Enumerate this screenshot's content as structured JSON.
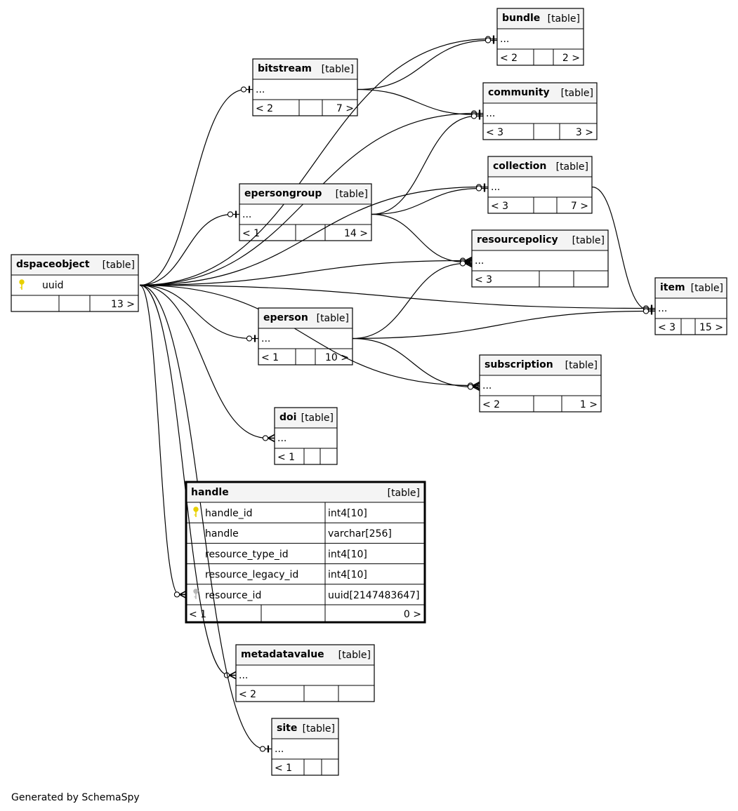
{
  "diagram": {
    "table_suffix": "[table]",
    "footer": "Generated by SchemaSpy",
    "tables": [
      {
        "id": "bundle",
        "name": "bundle",
        "rows": [
          "..."
        ],
        "stats": [
          "< 2",
          "",
          "2 >"
        ]
      },
      {
        "id": "bitstream",
        "name": "bitstream",
        "rows": [
          "..."
        ],
        "stats": [
          "< 2",
          "",
          "7 >"
        ]
      },
      {
        "id": "community",
        "name": "community",
        "rows": [
          "..."
        ],
        "stats": [
          "< 3",
          "",
          "3 >"
        ]
      },
      {
        "id": "collection",
        "name": "collection",
        "rows": [
          "..."
        ],
        "stats": [
          "< 3",
          "",
          "7 >"
        ]
      },
      {
        "id": "epersongroup",
        "name": "epersongroup",
        "rows": [
          "..."
        ],
        "stats": [
          "< 1",
          "",
          "14 >"
        ]
      },
      {
        "id": "resourcepolicy",
        "name": "resourcepolicy",
        "rows": [
          "..."
        ],
        "stats": [
          "< 3",
          "",
          ""
        ]
      },
      {
        "id": "dspaceobject",
        "name": "dspaceobject",
        "rows": [
          "uuid"
        ],
        "row_icons": [
          "pk"
        ],
        "stats": [
          "",
          "",
          "13 >"
        ]
      },
      {
        "id": "item",
        "name": "item",
        "rows": [
          "..."
        ],
        "stats": [
          "< 3",
          "",
          "15 >"
        ]
      },
      {
        "id": "eperson",
        "name": "eperson",
        "rows": [
          "..."
        ],
        "stats": [
          "< 1",
          "",
          "10 >"
        ]
      },
      {
        "id": "subscription",
        "name": "subscription",
        "rows": [
          "..."
        ],
        "stats": [
          "< 2",
          "",
          "1 >"
        ]
      },
      {
        "id": "doi",
        "name": "doi",
        "rows": [
          "..."
        ],
        "stats": [
          "< 1",
          "",
          ""
        ]
      },
      {
        "id": "handle",
        "name": "handle",
        "focus": true,
        "columns": [
          {
            "name": "handle_id",
            "type": "int4[10]",
            "icon": "pk"
          },
          {
            "name": "handle",
            "type": "varchar[256]",
            "icon": ""
          },
          {
            "name": "resource_type_id",
            "type": "int4[10]",
            "icon": ""
          },
          {
            "name": "resource_legacy_id",
            "type": "int4[10]",
            "icon": ""
          },
          {
            "name": "resource_id",
            "type": "uuid[2147483647]",
            "icon": "fk"
          }
        ],
        "stats": [
          "< 1",
          "",
          "0 >"
        ]
      },
      {
        "id": "metadatavalue",
        "name": "metadatavalue",
        "rows": [
          "..."
        ],
        "stats": [
          "< 2",
          "",
          ""
        ]
      },
      {
        "id": "site",
        "name": "site",
        "rows": [
          "..."
        ],
        "stats": [
          "< 1",
          "",
          ""
        ]
      }
    ],
    "relationships": [
      {
        "from": "dspaceobject",
        "to": "bundle",
        "end": "one"
      },
      {
        "from": "dspaceobject",
        "to": "bitstream",
        "end": "one"
      },
      {
        "from": "dspaceobject",
        "to": "community",
        "end": "one"
      },
      {
        "from": "dspaceobject",
        "to": "collection",
        "end": "one"
      },
      {
        "from": "dspaceobject",
        "to": "epersongroup",
        "end": "one"
      },
      {
        "from": "dspaceobject",
        "to": "resourcepolicy",
        "end": "many"
      },
      {
        "from": "dspaceobject",
        "to": "item",
        "end": "one"
      },
      {
        "from": "dspaceobject",
        "to": "eperson",
        "end": "one"
      },
      {
        "from": "dspaceobject",
        "to": "subscription",
        "end": "many"
      },
      {
        "from": "dspaceobject",
        "to": "doi",
        "end": "many"
      },
      {
        "from": "dspaceobject",
        "to": "handle",
        "end": "many"
      },
      {
        "from": "dspaceobject",
        "to": "metadatavalue",
        "end": "many"
      },
      {
        "from": "dspaceobject",
        "to": "site",
        "end": "one"
      },
      {
        "from": "bitstream",
        "to": "bundle",
        "end": "one"
      },
      {
        "from": "bitstream",
        "to": "community",
        "end": "one"
      },
      {
        "from": "epersongroup",
        "to": "community",
        "end": "one"
      },
      {
        "from": "epersongroup",
        "to": "collection",
        "end": "one"
      },
      {
        "from": "epersongroup",
        "to": "resourcepolicy",
        "end": "many"
      },
      {
        "from": "collection",
        "to": "item",
        "end": "one"
      },
      {
        "from": "eperson",
        "to": "resourcepolicy",
        "end": "many"
      },
      {
        "from": "eperson",
        "to": "item",
        "end": "one"
      },
      {
        "from": "eperson",
        "to": "subscription",
        "end": "many"
      }
    ]
  }
}
